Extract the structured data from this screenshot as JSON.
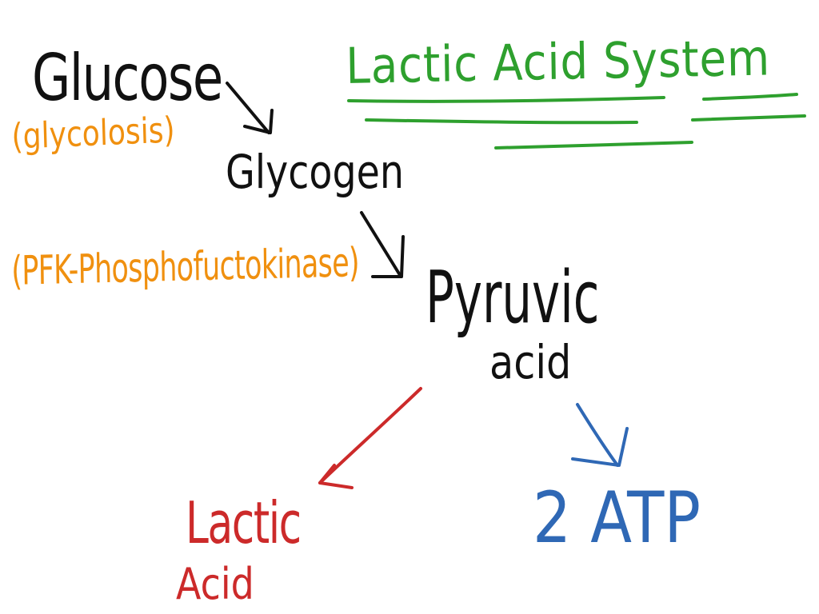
{
  "title": "Lactic Acid System",
  "nodes": {
    "glucose": "Glucose",
    "glycolosis": "(glycolosis)",
    "glycogen": "Glycogen",
    "enzyme": "(PFK-Phosphofuctokinase)",
    "pyruvic": "Pyruvic",
    "pyruvic_acid": "acid",
    "lactic": "Lactic",
    "lactic_acid": "Acid",
    "atp": "2 ATP"
  },
  "colors": {
    "black": "#111111",
    "orange": "#f0900f",
    "green": "#2ea02e",
    "red": "#cc2a2a",
    "blue": "#2f68b5"
  }
}
